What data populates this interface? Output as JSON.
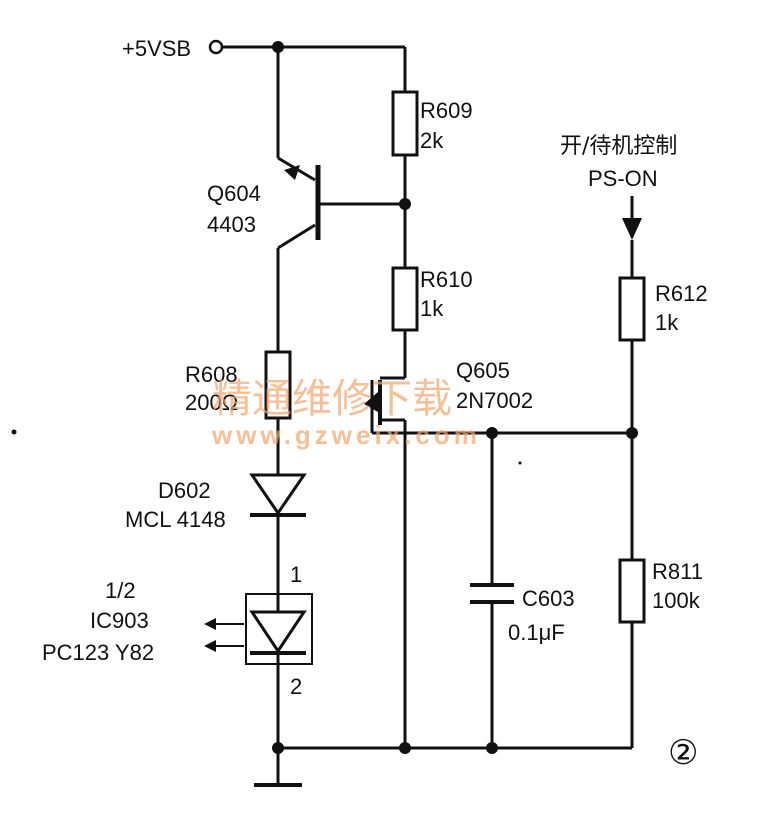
{
  "supply": {
    "label": "+5VSB"
  },
  "q604": {
    "name": "Q604",
    "part": "4403"
  },
  "r609": {
    "name": "R609",
    "value": "2k"
  },
  "r610": {
    "name": "R610",
    "value": "1k"
  },
  "r608": {
    "name": "R608",
    "value": "200Ω"
  },
  "q605": {
    "name": "Q605",
    "part": "2N7002"
  },
  "control": {
    "title": "开/待机控制",
    "signal": "PS-ON"
  },
  "r612": {
    "name": "R612",
    "value": "1k"
  },
  "d602": {
    "name": "D602",
    "part": "MCL 4148"
  },
  "ic903": {
    "fraction": "1/2",
    "name": "IC903",
    "part": "PC123 Y82",
    "pin1": "1",
    "pin2": "2"
  },
  "c603": {
    "name": "C603",
    "value": "0.1μF"
  },
  "r811": {
    "name": "R811",
    "value": "100k"
  },
  "figure_number": "②",
  "watermark": {
    "cn": "精通维修下载",
    "url": "www.gzweix.com",
    "color": "#f4a46a"
  }
}
